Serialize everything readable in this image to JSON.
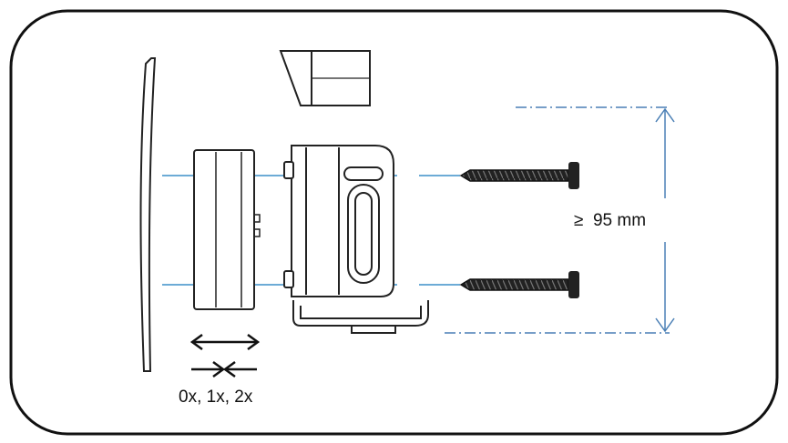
{
  "diagram": {
    "dimension_label": "≥  95 mm",
    "spacer_label": "0x, 1x, 2x"
  },
  "colors": {
    "frame": "#111111",
    "guide_line": "#3b8fc9",
    "dimension_line": "#4a7fb5",
    "drawing": "#1a1a1a"
  },
  "icons": {
    "expand": "double-headed-arrow",
    "compress": "arrows-pointing-together"
  }
}
